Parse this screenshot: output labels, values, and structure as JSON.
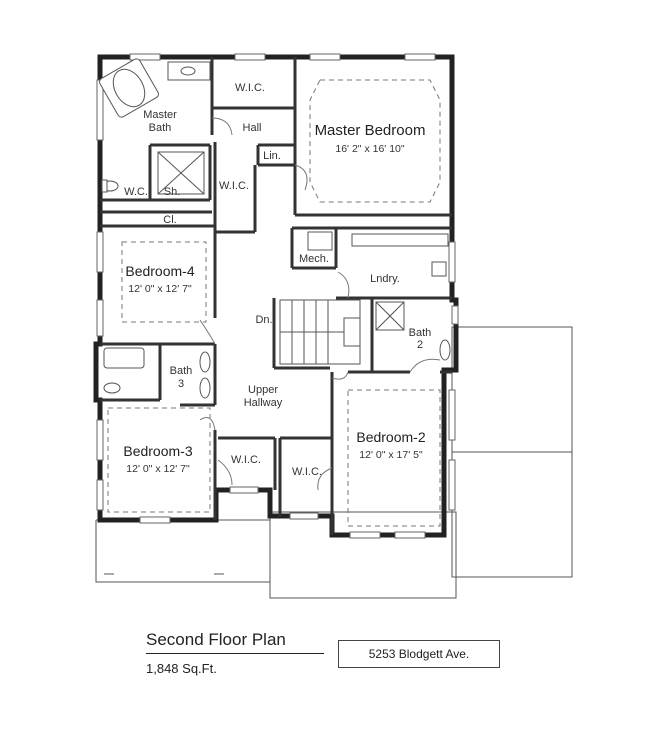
{
  "plan": {
    "title": "Second Floor Plan",
    "area": "1,848 Sq.Ft.",
    "address": "5253 Blodgett Ave."
  },
  "rooms": {
    "master_bedroom": {
      "name": "Master Bedroom",
      "dim": "16' 2\" x 16' 10\""
    },
    "master_bath": {
      "line1": "Master",
      "line2": "Bath"
    },
    "wic_master": "W.I.C.",
    "hall": "Hall",
    "lin": "Lin.",
    "wc": "W.C.",
    "sh": "Sh.",
    "wic_mid": "W.I.C.",
    "cl": "Cl.",
    "bedroom4": {
      "name": "Bedroom-4",
      "dim": "12' 0\" x 12' 7\""
    },
    "mech": "Mech.",
    "lndry": "Lndry.",
    "dn": "Dn.",
    "bath2": {
      "line1": "Bath",
      "line2": "2"
    },
    "bath3": {
      "line1": "Bath",
      "line2": "3"
    },
    "upper_hallway": {
      "line1": "Upper",
      "line2": "Hallway"
    },
    "bedroom3": {
      "name": "Bedroom-3",
      "dim": "12' 0\" x 12' 7\""
    },
    "wic_b3": "W.I.C.",
    "wic_b2": "W.I.C.",
    "bedroom2": {
      "name": "Bedroom-2",
      "dim": "12' 0\" x 17' 5\""
    }
  }
}
